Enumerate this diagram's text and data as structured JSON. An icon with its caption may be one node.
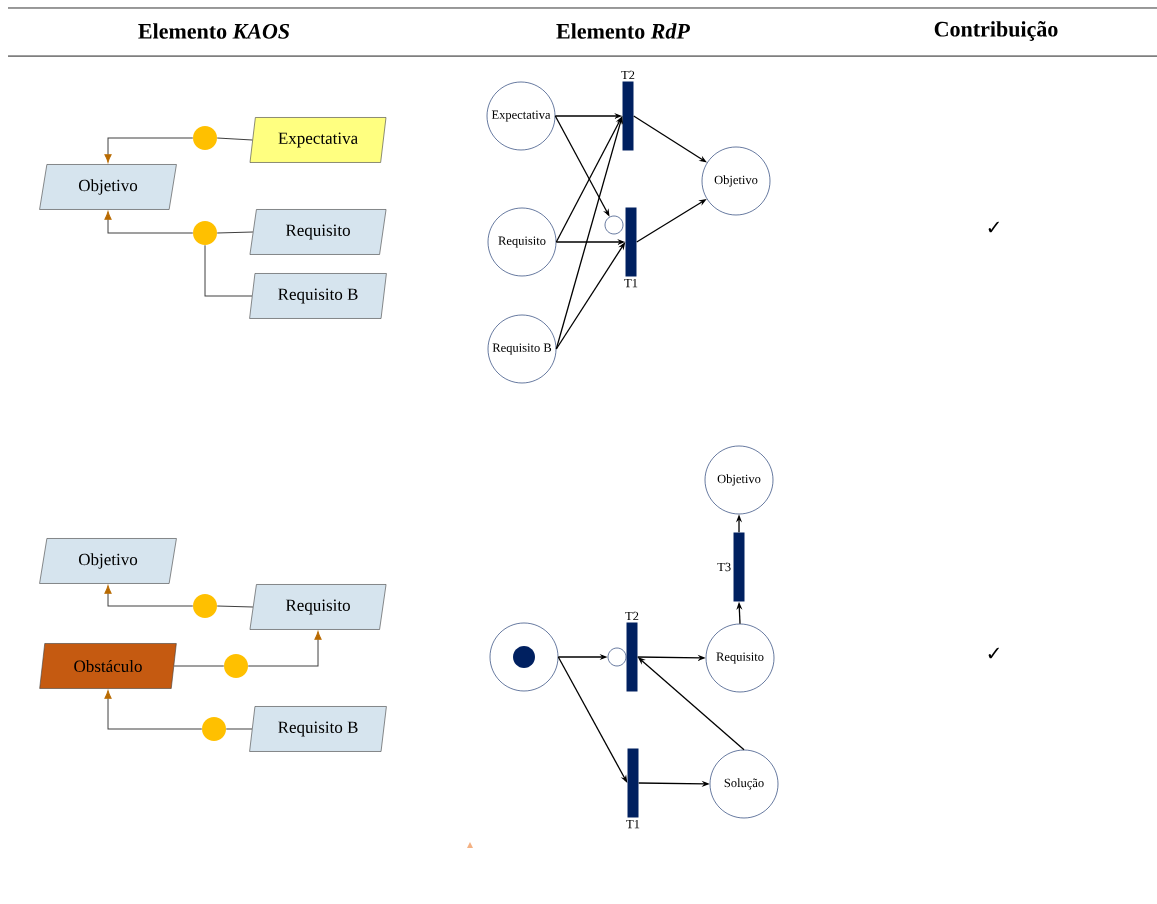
{
  "diagram": {
    "nodes": [
      {
        "text": [
          "Expectativa"
        ]
      },
      {
        "text": [
          "Objetivo"
        ]
      },
      {
        "text": [
          "Requisito"
        ]
      },
      {
        "text": [
          "Requisito B"
        ]
      },
      {
        "text": [],
        "shape": "circle"
      },
      {
        "text": [],
        "shape": "circle"
      },
      {
        "text": [
          "Expectativa"
        ]
      },
      {
        "text": [
          "Requisito"
        ]
      },
      {
        "text": [
          "Requisito B"
        ]
      },
      {
        "text": [
          "T2"
        ]
      },
      {
        "text": [
          "T1"
        ]
      },
      {
        "text": [],
        "shape": "circle"
      },
      {
        "text": [
          "Objetivo"
        ]
      },
      {
        "text": [
          "Objetivo"
        ]
      },
      {
        "text": [
          "Requisito"
        ]
      },
      {
        "text": [
          "Obstáculo"
        ]
      },
      {
        "text": [
          "Requisito B"
        ]
      },
      {
        "text": [],
        "shape": "circle"
      },
      {
        "text": [],
        "shape": "circle"
      },
      {
        "text": [],
        "shape": "circle"
      },
      {
        "text": [
          "Objetivo"
        ]
      },
      {
        "text": [
          "T3"
        ]
      },
      {
        "text": [],
        "shape": "circle"
      },
      {
        "text": [],
        "shape": "circle"
      },
      {
        "text": [
          "T2"
        ]
      },
      {
        "text": [
          "Requisito"
        ]
      },
      {
        "text": [
          "T1"
        ]
      },
      {
        "text": [
          "Solução"
        ]
      }
    ],
    "edges": [
      {
        "from": 0,
        "to": 4,
        "arrow": "none"
      },
      {
        "from": 4,
        "to": 1,
        "arrow": "to"
      },
      {
        "from": 2,
        "to": 5,
        "arrow": "none"
      },
      {
        "from": 3,
        "to": 5,
        "arrow": "none"
      },
      {
        "from": 5,
        "to": 1,
        "arrow": "to"
      },
      {
        "from": 6,
        "to": 9,
        "arrow": "to"
      },
      {
        "from": 6,
        "to": 11,
        "arrow": "to"
      },
      {
        "from": 7,
        "to": 9,
        "arrow": "to"
      },
      {
        "from": 7,
        "to": 10,
        "arrow": "to"
      },
      {
        "from": 8,
        "to": 9,
        "arrow": "to"
      },
      {
        "from": 8,
        "to": 10,
        "arrow": "to"
      },
      {
        "from": 9,
        "to": 12,
        "arrow": "to"
      },
      {
        "from": 10,
        "to": 12,
        "arrow": "to"
      },
      {
        "from": 14,
        "to": 17,
        "arrow": "none"
      },
      {
        "from": 17,
        "to": 13,
        "arrow": "to"
      },
      {
        "from": 15,
        "to": 18,
        "arrow": "none"
      },
      {
        "from": 18,
        "to": 14,
        "arrow": "to"
      },
      {
        "from": 16,
        "to": 19,
        "arrow": "none"
      },
      {
        "from": 19,
        "to": 15,
        "arrow": "to"
      },
      {
        "from": 22,
        "to": 23,
        "arrow": "to"
      },
      {
        "from": 22,
        "to": 26,
        "arrow": "to"
      },
      {
        "from": 24,
        "to": 25,
        "arrow": "to"
      },
      {
        "from": 25,
        "to": 21,
        "arrow": "to"
      },
      {
        "from": 21,
        "to": 20,
        "arrow": "to"
      },
      {
        "from": 26,
        "to": 27,
        "arrow": "to"
      },
      {
        "from": 27,
        "to": 24,
        "arrow": "to"
      }
    ],
    "labels": [
      "Elemento *KAOS*",
      "Elemento *RdP*",
      "Contribuição",
      "✓",
      "✓"
    ]
  }
}
